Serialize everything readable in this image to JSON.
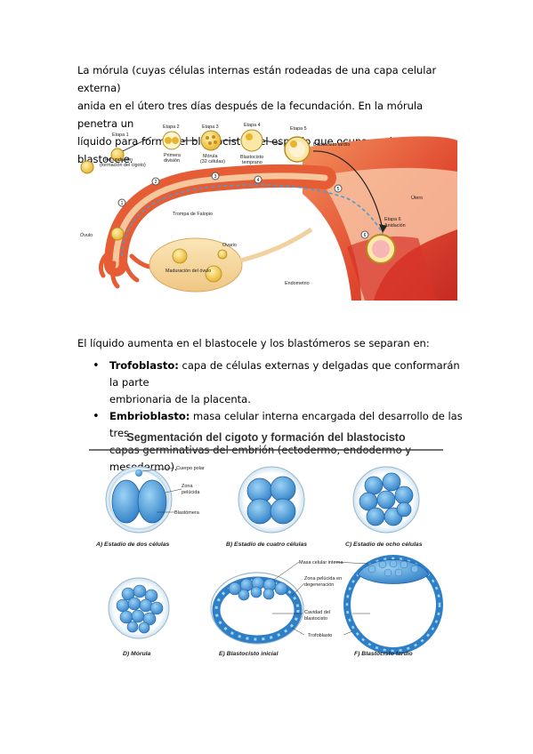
{
  "paragraph1": {
    "line1": "La mórula (cuyas células internas están rodeadas de una capa celular externa)",
    "line2": "anida en el útero tres días después de la fecundación. En la mórula penetra un",
    "line3": "líquido para formar el blastocisto y el espacio que ocupa se denomina blastocele."
  },
  "figure1": {
    "stage1": "Etapa 1",
    "stage1_desc1": "Fecundación",
    "stage1_desc2": "(formación del cigoto)",
    "stage2": "Etapa 2",
    "stage2_desc1": "Primera",
    "stage2_desc2": "división",
    "stage3": "Etapa 3",
    "stage3_desc1": "Mórula",
    "stage3_desc2": "(32 células)",
    "stage4": "Etapa 4",
    "stage4_desc1": "Blastocisto",
    "stage4_desc2": "temprano",
    "stage5": "Etapa 5",
    "stage5_desc": "Blastocisto tardío",
    "stage6": "Etapa 6",
    "stage6_desc": "Anidación",
    "tube_label": "Trompa de Falopio",
    "uterus_label": "Útero",
    "ovule_label": "Óvulo",
    "ovary_label": "Ovario",
    "maturation_label": "Maduración del óvulo",
    "endometrium_label": "Endometrio",
    "markers": [
      "1",
      "2",
      "3",
      "4",
      "5",
      "6"
    ]
  },
  "paragraph2": "El líquido aumenta en el blastocele y los blastómeros se separan en:",
  "bullets": [
    {
      "term": "Trofoblasto:",
      "text1": " capa de células externas y delgadas que conformarán la parte",
      "text2": "embrionaria de la placenta."
    },
    {
      "term": "Embrioblasto:",
      "text1": " masa celular interna encargada del desarrollo de las tres",
      "text2": "capas germinativas del embrión (ectodermo, endodermo y mesodermo)."
    }
  ],
  "figure2": {
    "title": "Segmentación del cigoto y formación del blastocisto",
    "label_polar": "Cuerpo polar",
    "label_zona1": "Zona",
    "label_zona2": "pelúcida",
    "label_blastomera": "Blastómera",
    "caption_a": "A) Estadio de dos células",
    "caption_b": "B) Estadio de cuatro células",
    "caption_c": "C) Estadio de ocho células",
    "caption_d": "D) Mórula",
    "caption_e": "E) Blastocisto inicial",
    "caption_f": "F) Blastocisto tardío",
    "label_masa": "Masa celular interna",
    "label_zona_deg1": "Zona pelúcida en",
    "label_zona_deg2": "degeneración",
    "label_cavidad1": "Cavidad del",
    "label_cavidad2": "blastocisto",
    "label_trofoblasto": "Trofoblasto"
  },
  "colors": {
    "tissue_red": "#d9362b",
    "tissue_orange": "#f07a3a",
    "tube_light": "#f6c79c",
    "cell_blue": "#3b8fd6",
    "cell_dark_blue": "#1f5fa8",
    "egg_yellow": "#f2c94c",
    "title_rule": "#444444"
  }
}
